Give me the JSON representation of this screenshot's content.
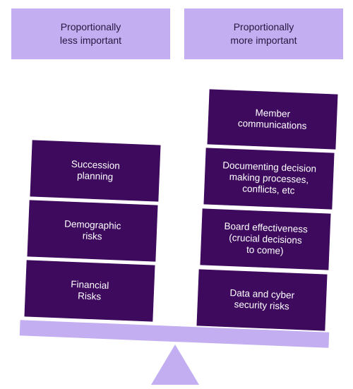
{
  "headers": {
    "left": "Proportionally\nless important",
    "right": "Proportionally\nmore important"
  },
  "left_items": [
    "Succession\nplanning",
    "Demographic\nrisks",
    "Financial\nRisks"
  ],
  "right_items": [
    "Member\ncommunications",
    "Documenting decision\nmaking processes,\nconflicts, etc",
    "Board effectiveness\n(crucial decisions\nto come)",
    "Data and cyber\nsecurity risks"
  ],
  "colors": {
    "light_purple": "#c2aef0",
    "dark_purple": "#3d0a5e",
    "text_dark": "#2a1640",
    "text_light": "#ffffff"
  }
}
